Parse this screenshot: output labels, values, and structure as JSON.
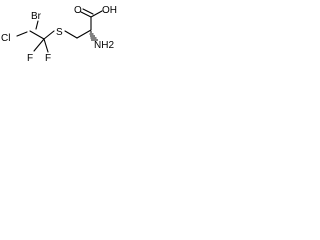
{
  "molecule": {
    "atoms": {
      "br": "Br",
      "cl": "Cl",
      "f1": "F",
      "f2": "F",
      "s": "S",
      "nh2": "NH2",
      "oh": "OH",
      "o": "O"
    }
  }
}
